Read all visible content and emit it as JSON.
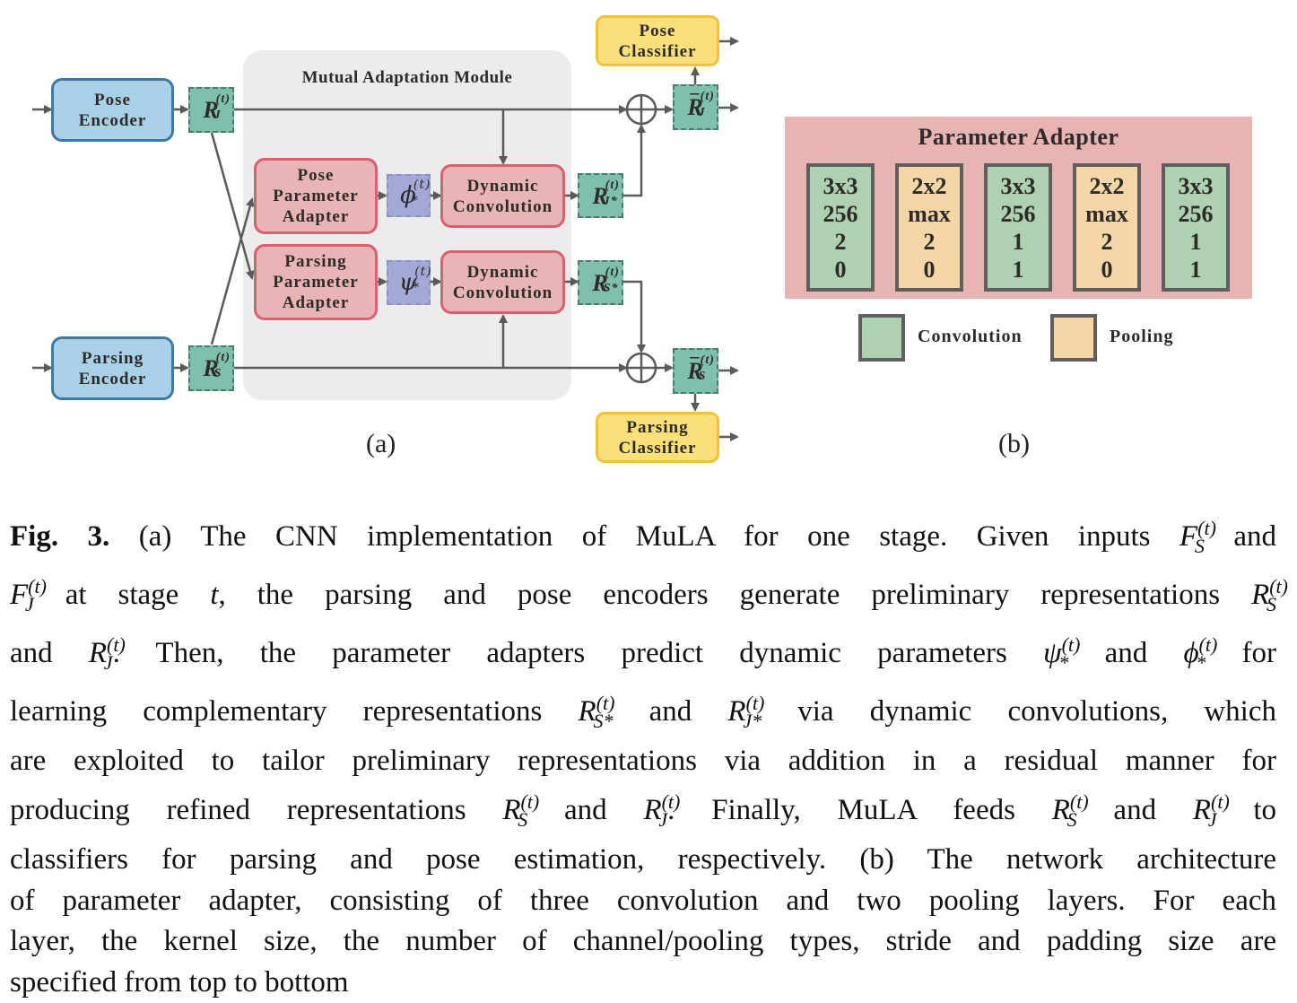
{
  "figure": {
    "part_a": {
      "label": "(a)",
      "module_title": "Mutual Adaptation Module",
      "pose_encoder": "Pose\nEncoder",
      "parsing_encoder": "Parsing\nEncoder",
      "pose_parameter_adapter": "Pose\nParameter\nAdapter",
      "parsing_parameter_adapter": "Parsing\nParameter\nAdapter",
      "dynamic_convolution_top": "Dynamic\nConvolution",
      "dynamic_convolution_bottom": "Dynamic\nConvolution",
      "pose_classifier": "Pose\nClassifier",
      "parsing_classifier": "Parsing\nClassifier",
      "symbols": {
        "rj": {
          "base": "R",
          "sup": "(t)",
          "sub": "J"
        },
        "rs": {
          "base": "R",
          "sup": "(t)",
          "sub": "S"
        },
        "phi": {
          "base": "ϕ",
          "sup": "(t)",
          "sub": "*"
        },
        "psi": {
          "base": "ψ",
          "sup": "(t)",
          "sub": "*"
        },
        "rj_star": {
          "base": "R",
          "sup": "(t)",
          "sub": "J*"
        },
        "rs_star": {
          "base": "R",
          "sup": "(t)",
          "sub": "S*"
        },
        "rj_bar": {
          "base": "R",
          "sup": "(t)",
          "sub": "J",
          "bar": "¯"
        },
        "rs_bar": {
          "base": "R",
          "sup": "(t)",
          "sub": "S",
          "bar": "¯"
        }
      },
      "sum_symbol": "⊕"
    },
    "part_b": {
      "label": "(b)",
      "title": "Parameter Adapter",
      "layers": [
        {
          "type": "conv",
          "lines": [
            "3x3",
            "256",
            "2",
            "0"
          ]
        },
        {
          "type": "pool",
          "lines": [
            "2x2",
            "max",
            "2",
            "0"
          ]
        },
        {
          "type": "conv",
          "lines": [
            "3x3",
            "256",
            "1",
            "1"
          ]
        },
        {
          "type": "pool",
          "lines": [
            "2x2",
            "max",
            "2",
            "0"
          ]
        },
        {
          "type": "conv",
          "lines": [
            "3x3",
            "256",
            "1",
            "1"
          ]
        }
      ],
      "legend": [
        {
          "label": "Convolution",
          "color": "#aed2b1"
        },
        {
          "label": "Pooling",
          "color": "#f5d6a6"
        }
      ]
    },
    "colors": {
      "encoder": "#a8d0e6",
      "adapter": "#e9b4b5",
      "classifier": "#fae07b",
      "representation": "#7fbfad",
      "parameter": "#a4a8d6",
      "module_bg": "#ececec",
      "parameter_adapter_bg": "#e8b3b3",
      "arrow": "#5a5a5a"
    }
  },
  "caption": {
    "fig_label": "Fig. 3.",
    "lines": [
      "(a) The CNN implementation of MuLA for one stage. Given inputs F_S^(t) and",
      "F_J^(t) at stage t, the parsing and pose encoders generate preliminary representations R_S^(t)",
      "and R_J^(t). Then, the parameter adapters predict dynamic parameters ψ_*^(t) and ϕ_*^(t) for",
      "learning complementary representations R_S*^(t) and R_J*^(t) via dynamic convolutions, which",
      "are exploited to tailor preliminary representations via addition in a residual manner for",
      "producing refined representations R̄_S^(t) and R̄_J^(t). Finally, MuLA feeds R̄_S^(t) and R̄_J^(t) to",
      "classifiers for parsing and pose estimation, respectively. (b) The network architecture",
      "of parameter adapter, consisting of three convolution and two pooling layers. For each",
      "layer, the kernel size, the number of channel/pooling types, stride and padding size are",
      "specified from top to bottom"
    ],
    "segments": {
      "l1a": "(a) The CNN implementation of MuLA for one stage. Given inputs ",
      "l1b": " and",
      "l2a": " at stage ",
      "l2t": "t",
      "l2b": ", the parsing and pose encoders generate preliminary representations ",
      "l3a": "and ",
      "l3b": ". Then, the parameter adapters predict dynamic parameters ",
      "l3c": " and ",
      "l3d": " for",
      "l4a": "learning complementary representations ",
      "l4b": " and ",
      "l4c": " via dynamic convolutions, which",
      "l5": "are exploited to tailor preliminary representations via addition in a residual manner for",
      "l6a": "producing refined representations ",
      "l6b": " and ",
      "l6c": ". Finally, MuLA feeds ",
      "l6d": " and ",
      "l6e": " to",
      "l7": "classifiers for parsing and pose estimation, respectively. (b) The network architecture",
      "l8": "of parameter adapter, consisting of three convolution and two pooling layers. For each",
      "l9": "layer, the kernel size, the number of channel/pooling types, stride and padding size are",
      "l10": "specified from top to bottom"
    },
    "math": {
      "F": "F",
      "R": "R",
      "psi": "ψ",
      "phi": "ϕ",
      "t": "(t)",
      "S": "S",
      "J": "J",
      "star": "*",
      "Sstar": "S*",
      "Jstar": "J*",
      "bar": "¯"
    }
  }
}
